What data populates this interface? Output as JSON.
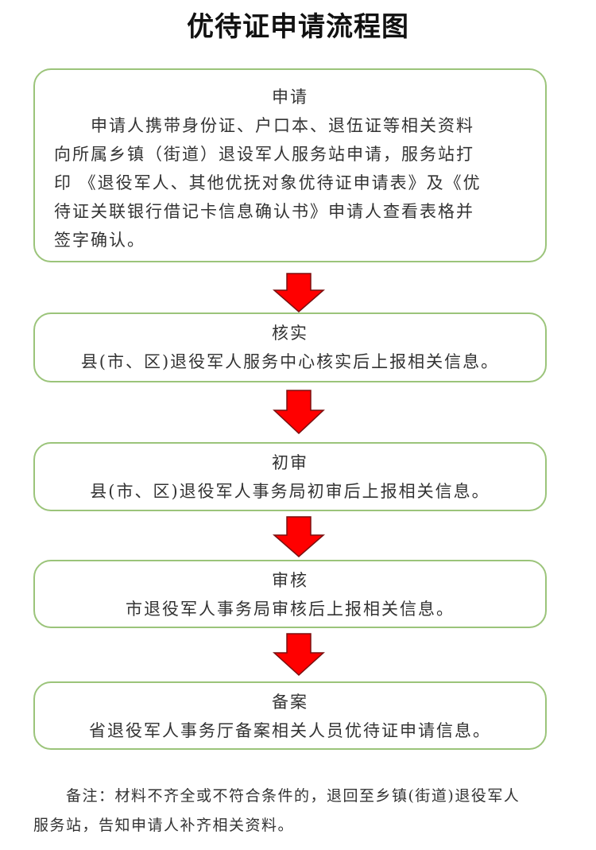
{
  "title": "优待证申请流程图",
  "steps": [
    {
      "head": "申请",
      "lines": [
        "　　申请人携带身份证、户口本、退伍证等相关资料",
        "向所属乡镇（街道）退设军人服务站申请，服务站打",
        "印 《退役军人、其他优抚对象优待证申请表》及《优",
        "待证关联银行借记卡信息确认书》申请人查看表格并",
        "签字确认。"
      ]
    },
    {
      "head": "核实",
      "text": "县(市、区)退役军人服务中心核实后上报相关信息。"
    },
    {
      "head": "初审",
      "text": "县(市、区)退役军人事务局初审后上报相关信息。"
    },
    {
      "head": "审核",
      "text": "市退役军人事务局审核后上报相关信息。"
    },
    {
      "head": "备案",
      "text": "省退役军人事务厅备案相关人员优待证申请信息。"
    }
  ],
  "note": {
    "line1": "　　备注：材料不齐全或不符合条件的，退回至乡镇(街道)退役军人",
    "line2": "服务站，告知申请人补齐相关资料。"
  },
  "colors": {
    "border": "#9bc47a",
    "arrow": "#ff0000"
  }
}
